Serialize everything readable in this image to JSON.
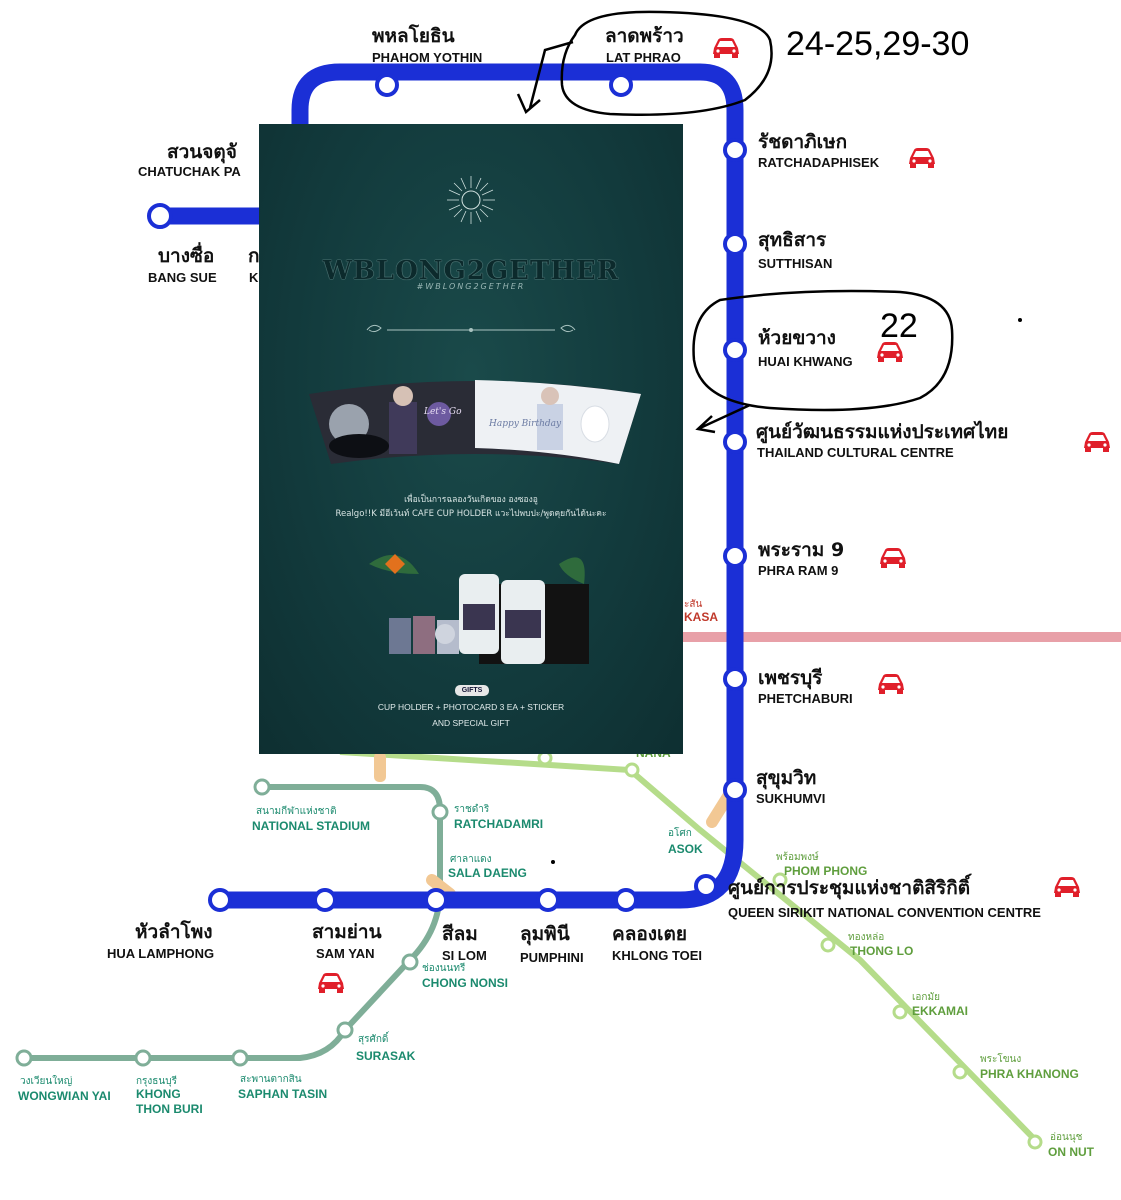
{
  "stations": {
    "phahon_th": "พหลโยธิน",
    "phahon_en": "PHAHOM YOTHIN",
    "latphrao_th": "ลาดพร้าว",
    "latphrao_en": "LAT PHRAO",
    "chatuchak_th": "สวนจตุจั",
    "chatuchak_en": "CHATUCHAK PA",
    "bangsue_th": "บางซื่อ",
    "bangsue_en": "BANG SUE",
    "k_th": "ก",
    "k_en": "K",
    "ratchada_th": "รัชดาภิเษก",
    "ratchada_en": "RATCHADAPHISEK",
    "sutthisan_th": "สุทธิสาร",
    "sutthisan_en": "SUTTHISAN",
    "huaikhwang_th": "ห้วยขวาง",
    "huaikhwang_en": "HUAI KHWANG",
    "cultural_th": "ศูนย์วัฒนธรรมแห่งประเทศไทย",
    "cultural_en": "THAILAND CULTURAL CENTRE",
    "pharam9_th": "พระราม 9",
    "pharam9_en": "PHRA RAM 9",
    "makkasan_th": "ะสัน",
    "makkasan_en": "KASA",
    "phetchaburi_th": "เพชรบุรี",
    "phetchaburi_en": "PHETCHABURI",
    "sukhumvi_th": "สุขุมวิท",
    "sukhumvi_en": "SUKHUMVI",
    "asok_th": "อโศก",
    "asok_en": "ASOK",
    "qsncc_th": "ศูนย์การประชุมแห่งชาติสิริกิติ์",
    "qsncc_en": "QUEEN SIRIKIT NATIONAL CONVENTION CENTRE",
    "stadium_th": "สนามกีฬาแห่งชาติ",
    "stadium_en": "NATIONAL STADIUM",
    "ratchadamri_th": "ราชดำริ",
    "ratchadamri_en": "RATCHADAMRI",
    "saladaeng_th": "ศาลาแดง",
    "saladaeng_en": "SALA DAENG",
    "hualamphong_th": "หัวลำโพง",
    "hualamphong_en": "HUA LAMPHONG",
    "samyan_th": "สามย่าน",
    "samyan_en": "SAM YAN",
    "silom_th": "สีลม",
    "silom_en": "SI LOM",
    "lumphini_th": "ลุมพินี",
    "lumphini_en": "PUMPHINI",
    "khlongtoei_th": "คลองเตย",
    "khlongtoei_en": "KHLONG TOEI",
    "chongnonsi_th": "ช่องนนทรี",
    "chongnonsi_en": "CHONG NONSI",
    "surasak_th": "สุรศักดิ์",
    "surasak_en": "SURASAK",
    "wongwian_th": "วงเวียนใหญ่",
    "wongwian_en": "WONGWIAN YAI",
    "thonburi_th": "กรุงธนบุรี",
    "thonburi_en1": "KHONG",
    "thonburi_en2": "THON BURI",
    "taksin_th": "สะพานตากสิน",
    "taksin_en": "SAPHAN TASIN",
    "phromphong_th": "พร้อมพงษ์",
    "phromphong_en": "PHOM PHONG",
    "thonglo_th": "ทองหล่อ",
    "thonglo_en": "THONG LO",
    "ekkamai_th": "เอกมัย",
    "ekkamai_en": "EKKAMAI",
    "phrakhanong_th": "พระโขนง",
    "phrakhanong_en": "PHRA KHANONG",
    "onnut_th": "อ่อนนุช",
    "onnut_en": "ON NUT",
    "nana_en": "NANA"
  },
  "annotations": {
    "dates_latphrao": "24-25,29-30",
    "date_huaikhwang": "22"
  },
  "poster": {
    "title": "WBLONG2GETHER",
    "hashtag": "#WBLONG2GETHER",
    "desc_line1": "เพื่อเป็นการฉลองวันเกิดของ องซองอู",
    "desc_line2": "Realgo!!K มีอีเว้นท์ CAFE CUP HOLDER แวะไปพบปะ/พูดคุยกันได้นะคะ",
    "cup_text_left": "Let's Go",
    "cup_text_right": "Happy Birthday",
    "gifts_label": "GIFTS",
    "gifts_line1": "CUP HOLDER + PHOTOCARD 3 EA + STICKER",
    "gifts_line2": "AND SPECIAL GIFT"
  },
  "colors": {
    "blue_line": "#1b2fd6",
    "green_line": "#7fae98",
    "lightgreen_line": "#a8d47a",
    "pink_line": "#e8a0a8",
    "car": "#e01f2a"
  }
}
